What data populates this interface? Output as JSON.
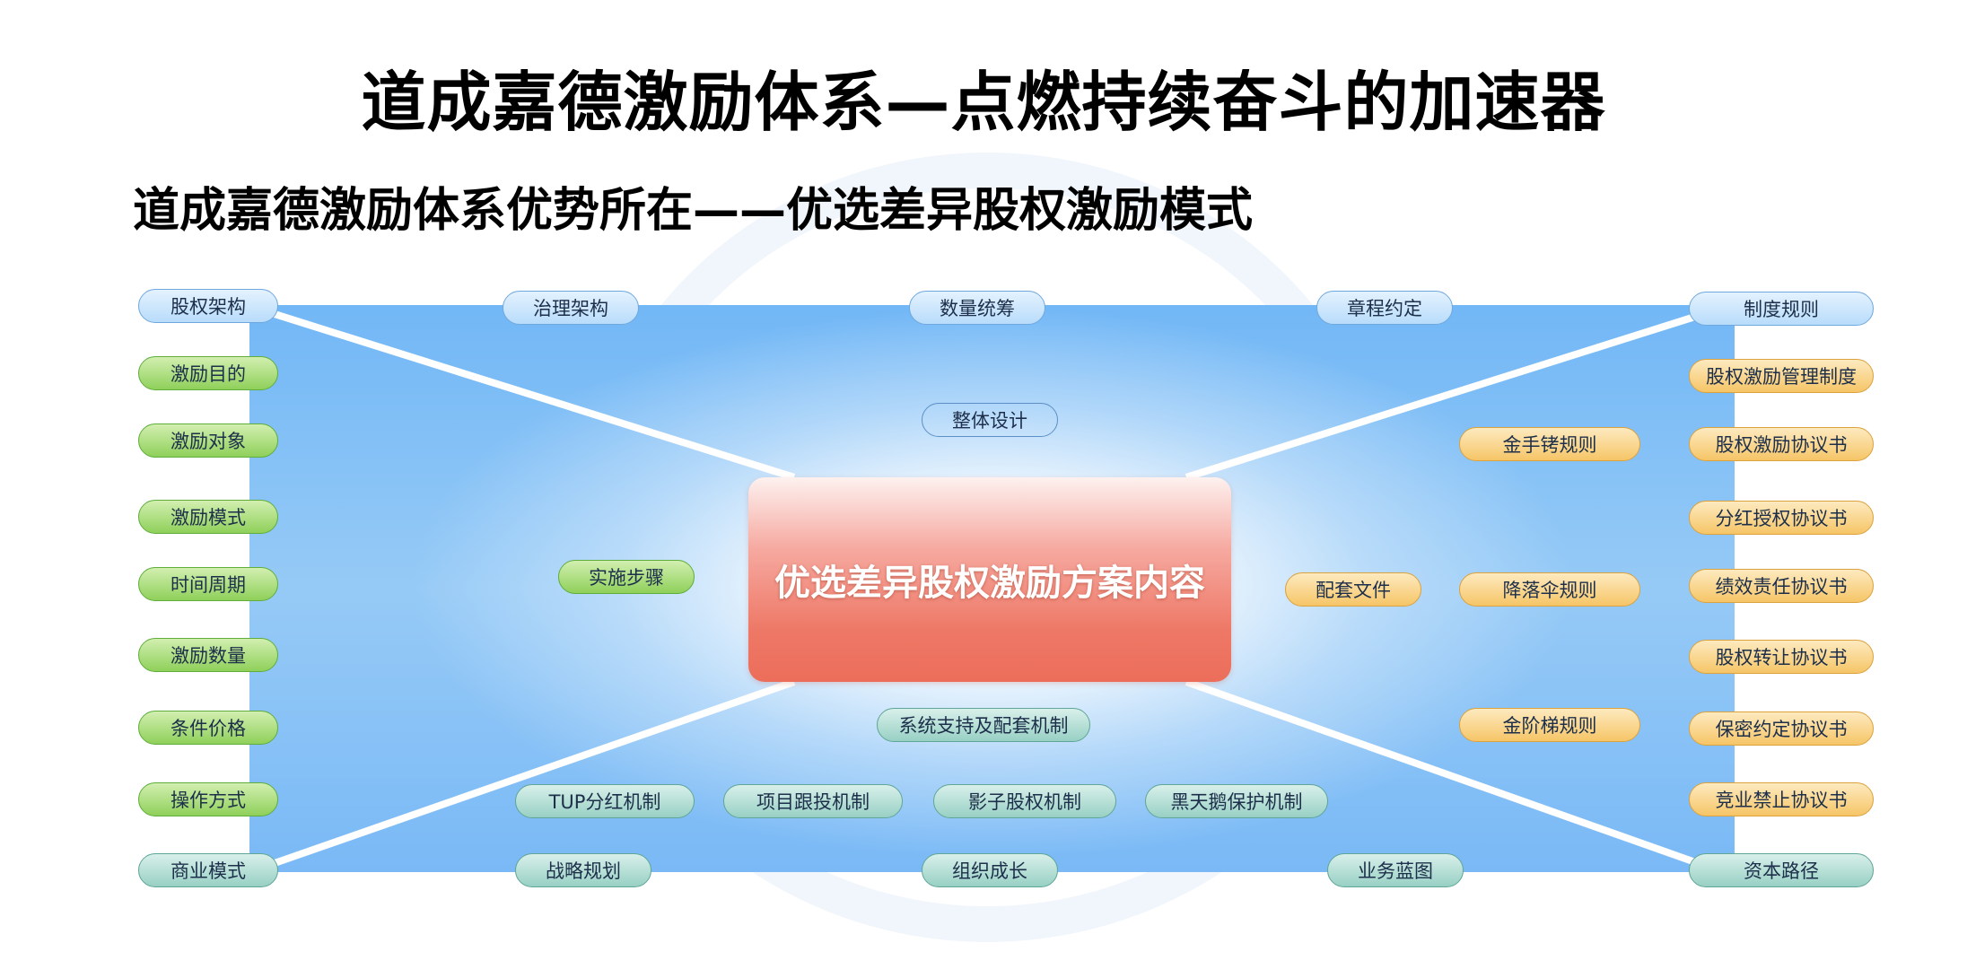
{
  "title": "道成嘉德激励体系—点燃持续奋斗的加速器",
  "subtitle": "道成嘉德激励体系优势所在——优选差异股权激励模式",
  "center_label": "优选差异股权激励方案内容",
  "colors": {
    "panel": "#72b7f6",
    "center": "#ee7866",
    "blue_pill": "#b8dcfb",
    "green_pill": "#8fd05a",
    "orange_pill": "#f6c567",
    "teal_pill": "#98d0c4"
  },
  "left_column": [
    "股权架构",
    "激励目的",
    "激励对象",
    "激励模式",
    "时间周期",
    "激励数量",
    "条件价格",
    "操作方式",
    "商业模式"
  ],
  "right_column": [
    "制度规则",
    "股权激励管理制度",
    "股权激励协议书",
    "分红授权协议书",
    "绩效责任协议书",
    "股权转让协议书",
    "保密约定协议书",
    "竞业禁止协议书",
    "资本路径"
  ],
  "top_row": [
    "治理架构",
    "数量统筹",
    "章程约定"
  ],
  "overall_design": "整体设计",
  "implementation_steps": "实施步骤",
  "supporting_docs": "配套文件",
  "rules": [
    "金手铐规则",
    "降落伞规则",
    "金阶梯规则"
  ],
  "system_support": "系统支持及配套机制",
  "mechanisms": [
    "TUP分红机制",
    "项目跟投机制",
    "影子股权机制",
    "黑天鹅保护机制"
  ],
  "bottom_row": [
    "战略规划",
    "组织成长",
    "业务蓝图"
  ]
}
